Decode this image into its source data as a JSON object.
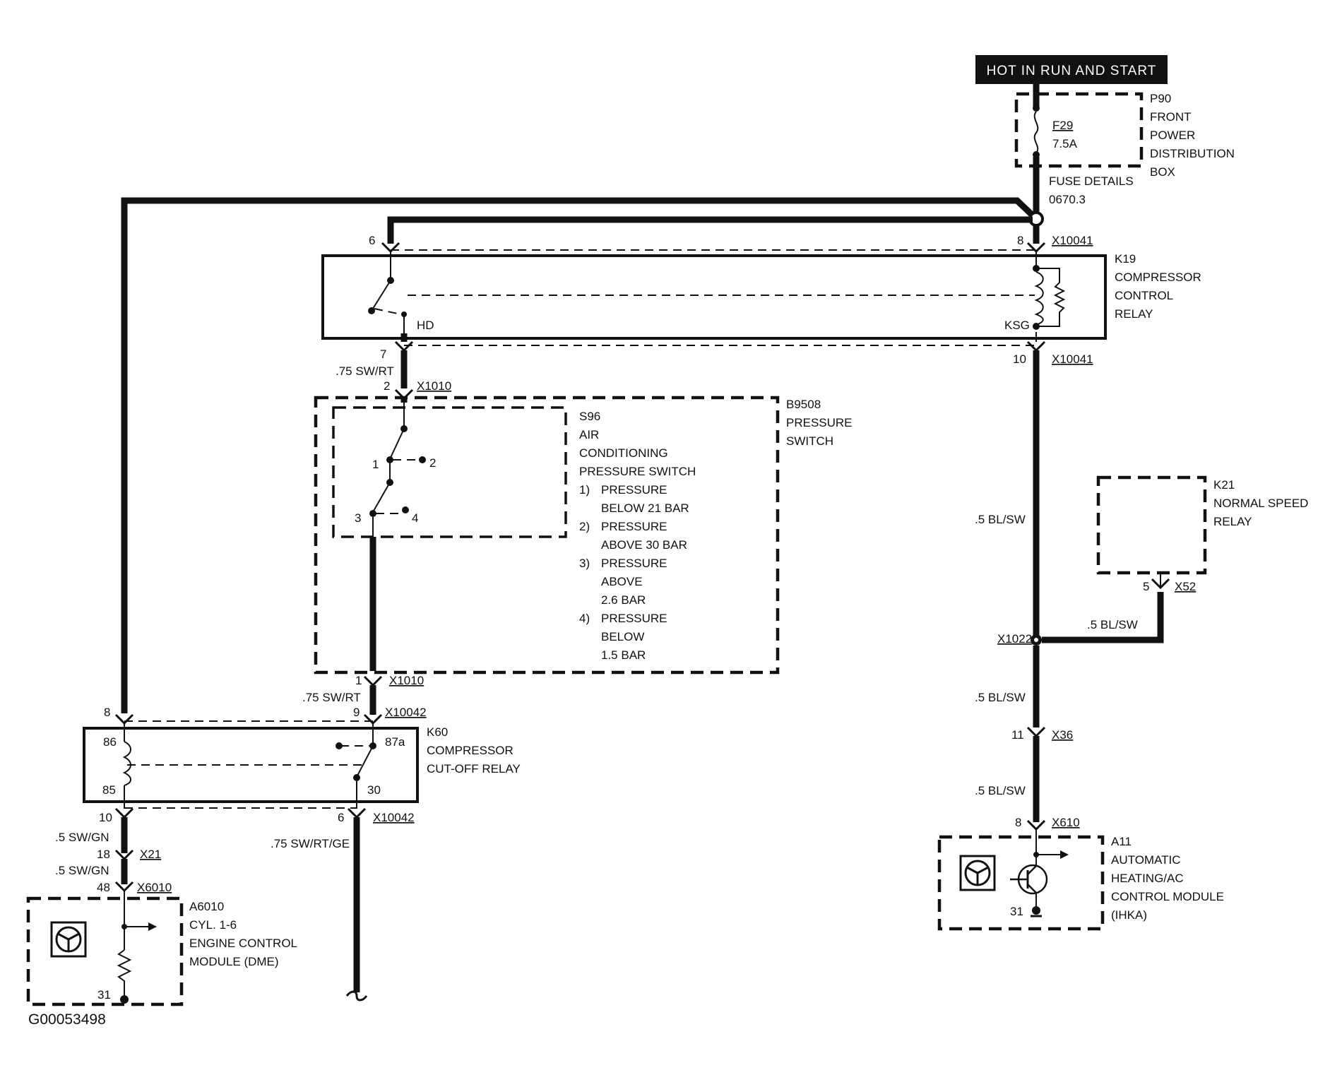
{
  "header": {
    "hot_label": "HOT IN RUN AND START"
  },
  "fuse_box": {
    "id": "P90",
    "name_lines": [
      "FRONT",
      "POWER",
      "DISTRIBUTION",
      "BOX"
    ],
    "fuse_id": "F29",
    "fuse_rating": "7.5A",
    "details_lines": [
      "FUSE DETAILS",
      "0670.3"
    ]
  },
  "k19": {
    "id": "K19",
    "name_lines": [
      "COMPRESSOR",
      "CONTROL",
      "RELAY"
    ],
    "pin_hd": "HD",
    "pin_ksg": "KSG",
    "pin6": "6",
    "pin8": "8",
    "pin7": "7",
    "pin10": "10",
    "conn_top": "X10041",
    "conn_bottom": "X10041"
  },
  "wire_hd_out": {
    "label": ".75 SW/RT",
    "pin": "2",
    "conn": "X1010"
  },
  "b9508": {
    "id": "B9508",
    "name_lines": [
      "PRESSURE",
      "SWITCH"
    ]
  },
  "s96": {
    "id": "S96",
    "name_lines": [
      "AIR",
      "CONDITIONING",
      "PRESSURE SWITCH"
    ],
    "notes": [
      {
        "num": "1)",
        "lines": [
          "PRESSURE",
          "BELOW 21 BAR"
        ]
      },
      {
        "num": "2)",
        "lines": [
          "PRESSURE",
          "ABOVE 30 BAR"
        ]
      },
      {
        "num": "3)",
        "lines": [
          "PRESSURE",
          "ABOVE",
          "2.6 BAR"
        ]
      },
      {
        "num": "4)",
        "lines": [
          "PRESSURE",
          "BELOW",
          "1.5 BAR"
        ]
      }
    ],
    "pins": [
      "1",
      "2",
      "3",
      "4"
    ]
  },
  "switch_out": {
    "pin": "1",
    "conn": "X1010",
    "wire": ".75 SW/RT"
  },
  "k60": {
    "id": "K60",
    "name_lines": [
      "COMPRESSOR",
      "CUT-OFF RELAY"
    ],
    "pin86": "86",
    "pin85": "85",
    "pin87a": "87a",
    "pin30": "30",
    "pin8": "8",
    "pin9": "9",
    "pin10": "10",
    "pin6": "6",
    "conn_top": "X10042",
    "conn_bottom": "X10042",
    "wire_out": ".75 SW/RT/GE"
  },
  "dme_path": {
    "wire1": ".5 SW/GN",
    "pin18": "18",
    "conn_x21": "X21",
    "wire2": ".5 SW/GN",
    "pin48": "48",
    "conn_x6010": "X6010"
  },
  "a6010": {
    "id": "A6010",
    "name_lines": [
      "CYL. 1-6",
      "ENGINE CONTROL",
      "MODULE (DME)"
    ],
    "pin31": "31"
  },
  "right_path": {
    "wire1": ".5 BL/SW",
    "splice": "X1022",
    "wire_k21": ".5 BL/SW",
    "wire2": ".5 BL/SW",
    "pin11": "11",
    "conn_x36": "X36",
    "wire3": ".5 BL/SW",
    "pin8": "8",
    "conn_x610": "X610"
  },
  "k21": {
    "id": "K21",
    "name_lines": [
      "NORMAL SPEED",
      "RELAY"
    ],
    "pin5": "5",
    "conn": "X52"
  },
  "a11": {
    "id": "A11",
    "name_lines": [
      "AUTOMATIC",
      "HEATING/AC",
      "CONTROL MODULE",
      "(IHKA)"
    ],
    "pin31": "31"
  },
  "footer": {
    "code": "G00053498"
  }
}
